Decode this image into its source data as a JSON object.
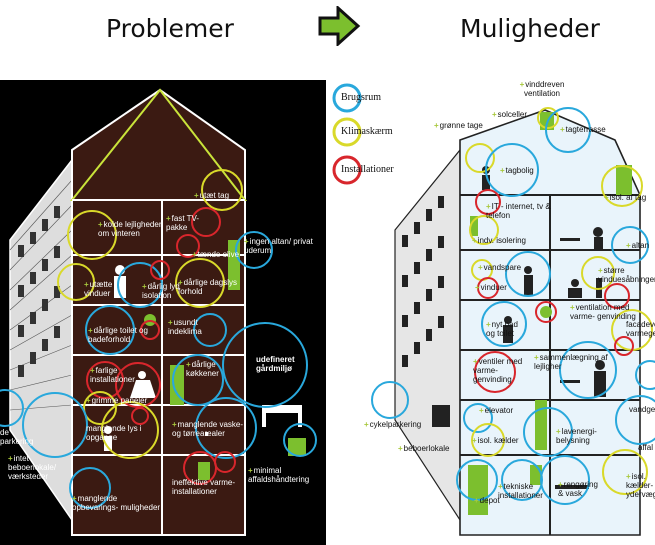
{
  "header": {
    "left_title": "Problemer",
    "right_title": "Muligheder"
  },
  "colors": {
    "blue": "#29a8dc",
    "yellow": "#d9d92a",
    "red": "#d8262c",
    "green": "#7cbf2e",
    "plus": "#a8c83c",
    "brick": "#3b1a12"
  },
  "legend": [
    {
      "label": "Brugsrum",
      "color": "#29a8dc"
    },
    {
      "label": "Klimaskærm",
      "color": "#d9d92a"
    },
    {
      "label": "Installationer",
      "color": "#d8262c"
    }
  ],
  "problems": {
    "utaet_tag": "utæt tag",
    "kolde_lejligheder": "kolde lejligheder om vinteren",
    "fast_tv": "fast TV-pakke",
    "ingen_altan": "ingen altan/ privat uderum",
    "taende_olie": "tænde olive",
    "utaette_vinduer": "utætte vinduer",
    "daarlig_lyd": "dårlig lyd isolation",
    "daarlige_dagslys": "dårlige dagslys forhold",
    "daarlige_toilet": "dårlige toilet og badeforhold",
    "usundt": "usundt indeklima",
    "daarlige_koekkener": "dårlige køkkener",
    "udefineret": "udefineret gårdmiljø",
    "farlige": "farlige installationer",
    "grimme": "grimme paneler",
    "manglende_lys": "manglende lys i opgange",
    "manglende_vaske": "manglende vaske- og tørrearealer",
    "cykel_left": "de parkering",
    "intet_beboerlokale": "intet beboerlokale/ værksteder",
    "minimal_affald": "minimal affaldshåndtering",
    "ineffektive": "ineffektive varme- installationer",
    "manglende_opbevaring": "manglende opbevarings- muligheder"
  },
  "opportunities": {
    "vinddreven": "vinddreven ventilation",
    "solceller": "solceller",
    "groenne_tage": "grønne tage",
    "tagterrasse": "tagterrasse",
    "tagbolig": "tagbolig",
    "isol_af_tag": "isol. af tag",
    "it": "IT - internet, tv & telefon",
    "indv_isolering": "indv. isolering",
    "altan": "altan",
    "vandspare": "vandspare",
    "stoerre_vinduer": "større vinduesåbninger",
    "vinduer": "vinduer",
    "ventilation_varme": "ventilation med varme- genvinding",
    "facade": "facadeve varmegen",
    "nyt_bad": "nyt bad og toilet",
    "ventiler": "ventiler med varme- genvinding",
    "sammenlaegning": "sammenlægning af lejligher",
    "cykelparkering": "cykelparkering",
    "elevator": "elevator",
    "vandgenb": "vandgen",
    "isol_kaelder": "isol. kælder",
    "lavenergi": "lavenergi- belysning",
    "affald": "affal",
    "beboerlokale": "beboerlokale",
    "depot": "depot",
    "tekniske": "tekniske installationer",
    "rengoering": "rengøring & vask",
    "isol_kaelder_ydervaeg": "isol. kælder- ydervæg"
  }
}
